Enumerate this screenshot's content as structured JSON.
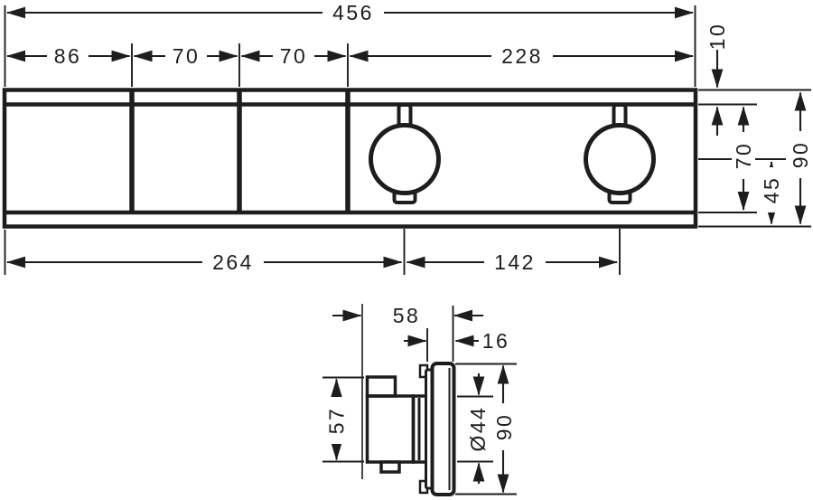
{
  "drawing": {
    "line_color": "#1d1d1b",
    "background_color": "#ffffff"
  },
  "front_view": {
    "dim_total_width": "456",
    "dim_module_1_width": "86",
    "dim_module_2_width": "70",
    "dim_module_3_width": "70",
    "dim_module_4_width": "228",
    "dim_top_offset": "10",
    "dim_inner_height": "70",
    "dim_center_to_bottom": "45",
    "dim_total_height": "90",
    "dim_left_to_handle_center": "264",
    "dim_handle_spacing": "142"
  },
  "side_view": {
    "dim_total_depth": "58",
    "dim_protrusion": "16",
    "dim_body_height": "57",
    "dim_handle_diameter": "Ø44",
    "dim_plate_height": "90"
  }
}
